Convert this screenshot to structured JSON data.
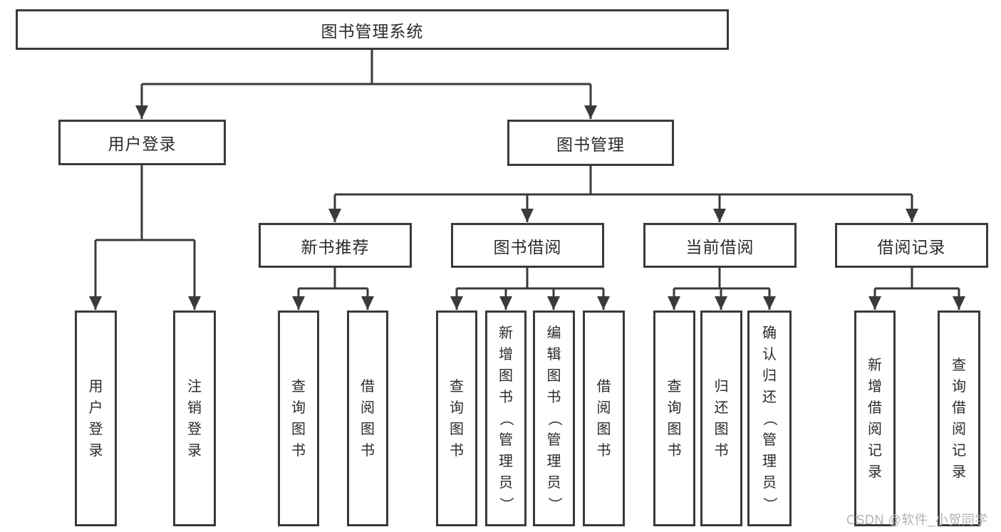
{
  "diagram": {
    "nodes": {
      "root": "图书管理系统",
      "user_login": "用户登录",
      "book_management": "图书管理",
      "login": "用户登录",
      "logout": "注销登录",
      "new_book_recommend": "新书推荐",
      "book_borrowing": "图书借阅",
      "current_borrowing": "当前借阅",
      "borrowing_records": "借阅记录",
      "nbr_query_books": "查询图书",
      "nbr_borrow_books": "借阅图书",
      "bb_query_books": "查询图书",
      "bb_add_books": "新增图书（管理员）",
      "bb_edit_books": "编辑图书（管理员）",
      "bb_borrow_books": "借阅图书",
      "cb_query_books": "查询图书",
      "cb_return_books": "归还图书",
      "cb_confirm_return": "确认归还（管理员）",
      "br_add_record": "新增借阅记录",
      "br_query_record": "查询借阅记录"
    }
  },
  "watermark": "CSDN @软件_小贺同学",
  "colors": {
    "line": "#3a3a3a",
    "text": "#2b2b2b",
    "background": "#ffffff",
    "watermark": "#b3b3b3"
  }
}
